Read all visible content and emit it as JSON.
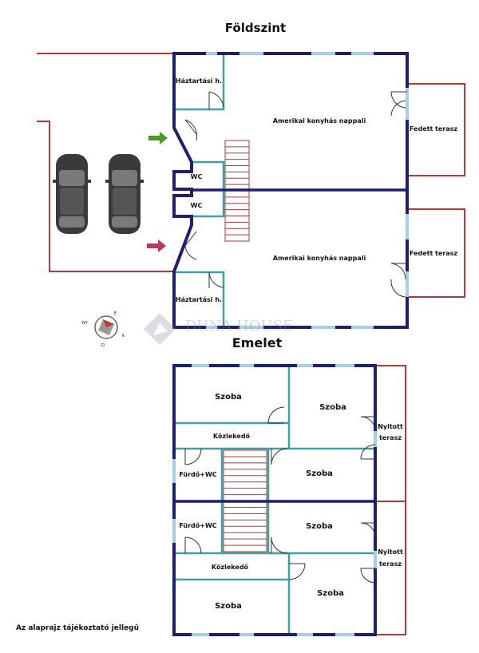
{
  "titles": {
    "ground_floor": "Földszint",
    "upper_floor": "Emelet"
  },
  "ground_rooms": {
    "storage_top": "Háztartási h.",
    "living_top": "Amerikai konyhás nappali",
    "terrace_top": "Fedett terasz",
    "wc_top": "WC",
    "wc_bottom": "WC",
    "living_bottom": "Amerikai konyhás nappali",
    "terrace_bottom": "Fedett terasz",
    "storage_bottom": "Háztartási h."
  },
  "upper_rooms": {
    "room_1": "Szoba",
    "room_2": "Szoba",
    "corridor_top": "Közlekedő",
    "balcony_top_1": "Nyitott",
    "balcony_top_2": "terasz",
    "bath_top": "Fürdő+WC",
    "room_3": "Szoba",
    "bath_bottom": "Fürdő+WC",
    "room_4": "Szoba",
    "balcony_bottom_1": "Nyitott",
    "balcony_bottom_2": "terasz",
    "corridor_bottom": "Közlekedő",
    "room_5": "Szoba",
    "room_6": "Szoba"
  },
  "watermark": "DUNA HOUSE",
  "disclaimer": "Az alaprajz tájékoztató jellegű",
  "compass": {
    "n": "É",
    "e": "K",
    "s": "D",
    "w": "NY"
  },
  "colors": {
    "wall": "#1f1f6e",
    "inner_wall": "#3fa0a6",
    "site_line": "#b23a3a",
    "window": "#a8cfe0",
    "arrow_green": "#4a9a2a",
    "arrow_red": "#b8385a"
  }
}
